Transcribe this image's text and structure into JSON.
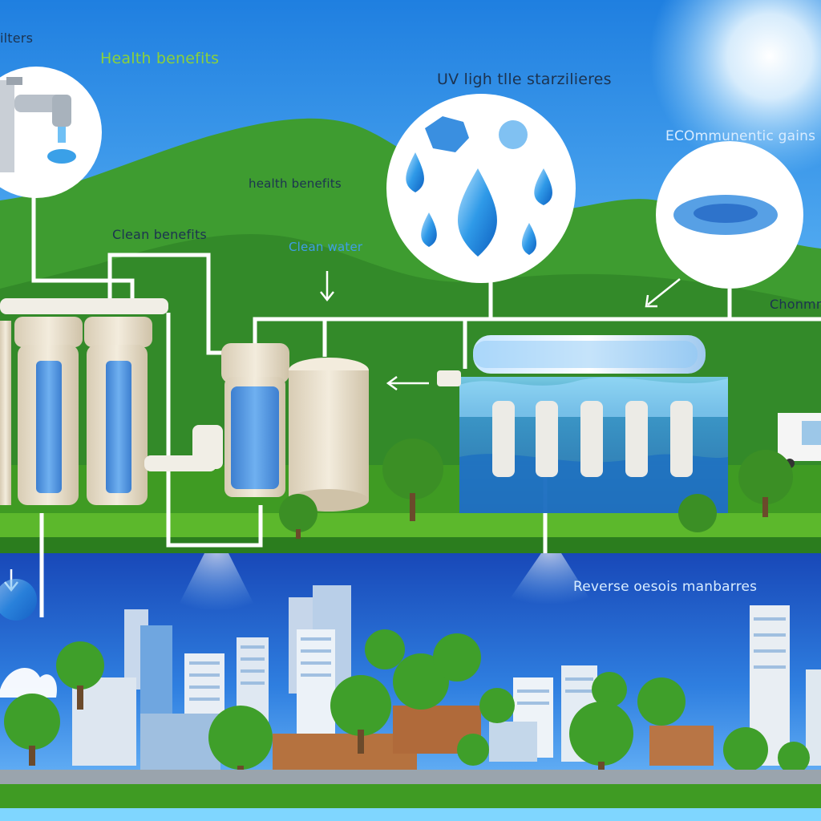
{
  "labels": {
    "filters": "ilters",
    "health_benefits_top": "Health benefits",
    "uv_sterilizers": "UV ligh tlle starzilieres",
    "economic_gains": "ECOmmunentic gains",
    "health_benefits_mid": "health benefits",
    "clean_benefits": "Clean benefits",
    "clean_water": "Clean water",
    "community": "Chonmm",
    "reverse_osmosis": "Reverse oesois manbarres"
  },
  "colors": {
    "sky_top": "#1f7fe0",
    "sky_light": "#7fd0ff",
    "hill_green": "#3a9a2e",
    "grass_green": "#3f9b23",
    "water_blue": "#2f7fd6",
    "city_band": "#1d5cc8",
    "pipe_white": "#f4f4ef",
    "filter_beige": "#e8ddc8",
    "cartridge_blue": "#4a90e2"
  },
  "icons": [
    "faucet-icon",
    "water-drop-icon",
    "crystal-icon",
    "water-splash-icon",
    "down-arrow-icon",
    "left-arrow-icon",
    "truck-icon",
    "tree-icon",
    "building-icon"
  ]
}
